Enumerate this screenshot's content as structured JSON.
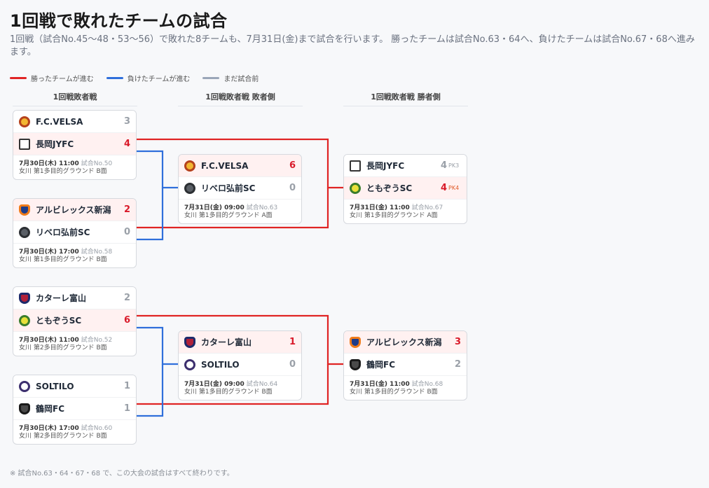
{
  "page": {
    "title": "1回戦で敗れたチームの試合",
    "description": "1回戦（試合No.45〜48・53〜56）で敗れた8チームも、7月31日(金)まで試合を行います。 勝ったチームは試合No.63・64へ、負けたチームは試合No.67・68へ進みます。",
    "note": "※ 試合No.63・64・67・68 で、この大会の試合はすべて終わりです。"
  },
  "legend": [
    {
      "label": "勝ったチームが進む",
      "color": "#e02424"
    },
    {
      "label": "負けたチームが進む",
      "color": "#2f6fdb"
    },
    {
      "label": "まだ試合前",
      "color": "#9aa6b8"
    }
  ],
  "columns": [
    "1回戦敗者戦",
    "1回戦敗者戦 敗者側",
    "1回戦敗者戦 勝者側"
  ],
  "matches": [
    {
      "no": "試合No.50",
      "datetime": "7月30日(木) 11:00",
      "venue": "女川 第1多目的グラウンド B面",
      "teams": [
        {
          "name": "F.C.VELSA",
          "score": "3",
          "pk": "",
          "win": false,
          "crest": "velsa"
        },
        {
          "name": "長岡JYFC",
          "score": "4",
          "pk": "",
          "win": true,
          "crest": "nagaoka"
        }
      ]
    },
    {
      "no": "試合No.58",
      "datetime": "7月30日(木) 17:00",
      "venue": "女川 第1多目的グラウンド B面",
      "teams": [
        {
          "name": "アルビレックス新潟",
          "score": "2",
          "pk": "",
          "win": true,
          "crest": "albirex"
        },
        {
          "name": "リベロ弘前SC",
          "score": "0",
          "pk": "",
          "win": false,
          "crest": "libero"
        }
      ]
    },
    {
      "no": "試合No.52",
      "datetime": "7月30日(木) 11:00",
      "venue": "女川 第2多目的グラウンド B面",
      "teams": [
        {
          "name": "カターレ富山",
          "score": "2",
          "pk": "",
          "win": false,
          "crest": "kataller"
        },
        {
          "name": "ともぞうSC",
          "score": "6",
          "pk": "",
          "win": true,
          "crest": "tomozou"
        }
      ]
    },
    {
      "no": "試合No.60",
      "datetime": "7月30日(木) 17:00",
      "venue": "女川 第2多目的グラウンド B面",
      "teams": [
        {
          "name": "SOLTILO",
          "score": "1",
          "pk": "",
          "win": false,
          "crest": "soltilo"
        },
        {
          "name": "鶴岡FC",
          "score": "1",
          "pk": "",
          "win": false,
          "crest": "tsuruoka"
        }
      ]
    },
    {
      "no": "試合No.63",
      "datetime": "7月31日(金) 09:00",
      "venue": "女川 第1多目的グラウンド A面",
      "teams": [
        {
          "name": "F.C.VELSA",
          "score": "6",
          "pk": "",
          "win": true,
          "crest": "velsa"
        },
        {
          "name": "リベロ弘前SC",
          "score": "0",
          "pk": "",
          "win": false,
          "crest": "libero"
        }
      ]
    },
    {
      "no": "試合No.64",
      "datetime": "7月31日(金) 09:00",
      "venue": "女川 第1多目的グラウンド B面",
      "teams": [
        {
          "name": "カターレ富山",
          "score": "1",
          "pk": "",
          "win": true,
          "crest": "kataller"
        },
        {
          "name": "SOLTILO",
          "score": "0",
          "pk": "",
          "win": false,
          "crest": "soltilo"
        }
      ]
    },
    {
      "no": "試合No.67",
      "datetime": "7月31日(金) 11:00",
      "venue": "女川 第1多目的グラウンド A面",
      "teams": [
        {
          "name": "長岡JYFC",
          "score": "4",
          "pk": "PK3",
          "win": false,
          "crest": "nagaoka"
        },
        {
          "name": "ともぞうSC",
          "score": "4",
          "pk": "PK4",
          "win": true,
          "crest": "tomozou"
        }
      ]
    },
    {
      "no": "試合No.68",
      "datetime": "7月31日(金) 11:00",
      "venue": "女川 第1多目的グラウンド B面",
      "teams": [
        {
          "name": "アルビレックス新潟",
          "score": "3",
          "pk": "",
          "win": true,
          "crest": "albirex"
        },
        {
          "name": "鶴岡FC",
          "score": "2",
          "pk": "",
          "win": false,
          "crest": "tsuruoka"
        }
      ]
    }
  ]
}
